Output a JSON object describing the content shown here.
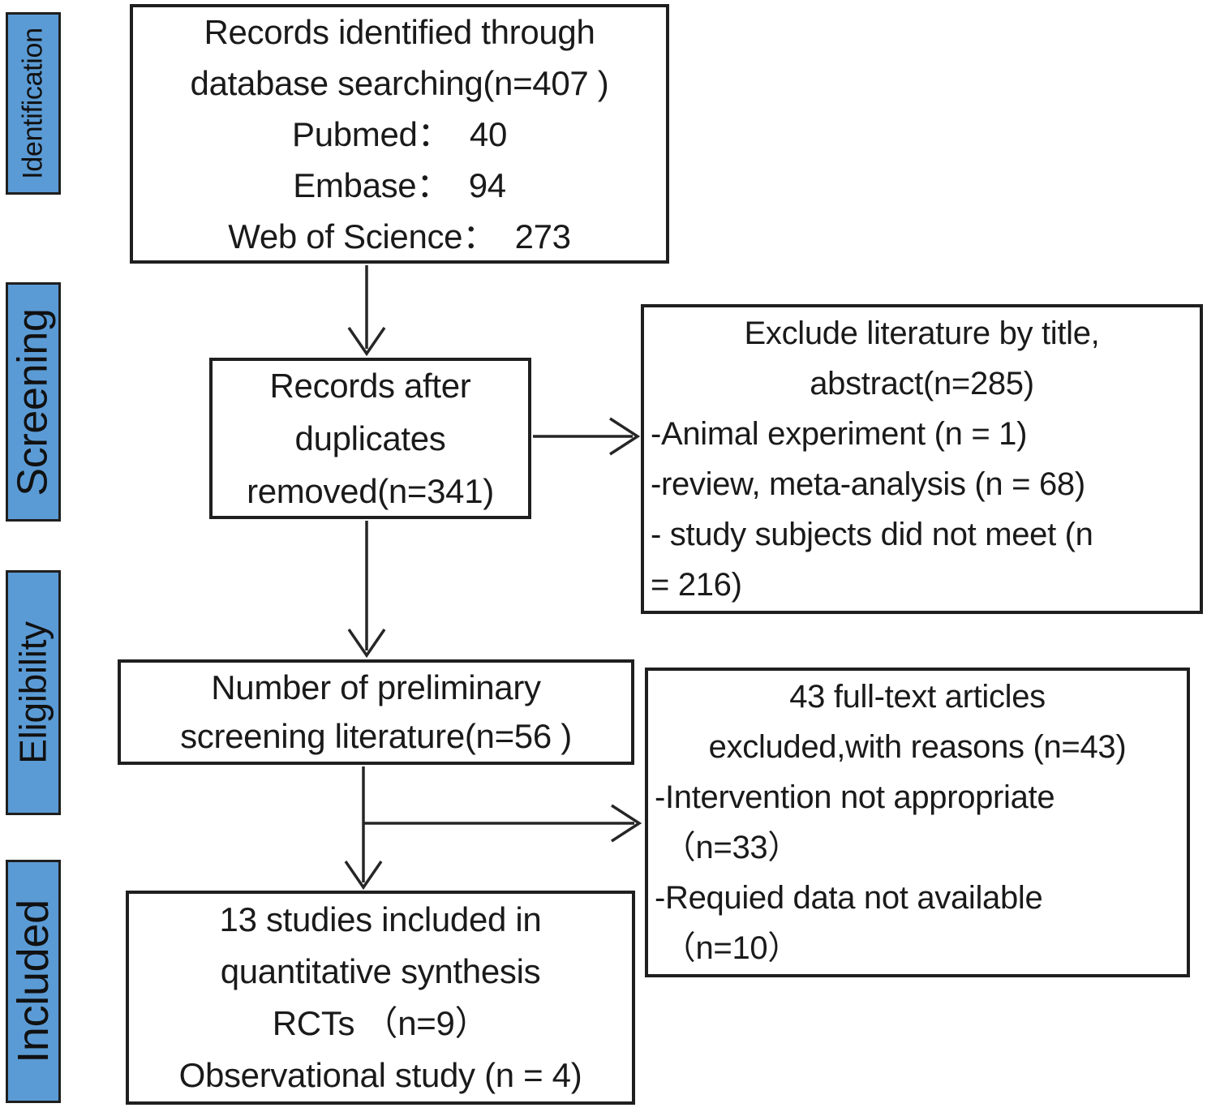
{
  "figure": {
    "type": "prisma-flow-diagram",
    "background_color": "#ffffff",
    "line_color": "#262626",
    "stage_fill_color": "#5b9bd5",
    "box_border_color": "#1f1f1f"
  },
  "stages": [
    {
      "label": "Identification"
    },
    {
      "label": "Screening"
    },
    {
      "label": "Eligibility"
    },
    {
      "label": "Included"
    }
  ],
  "boxes": {
    "identified": {
      "lines": [
        "Records identified through",
        "database searching(n=407 )",
        "Pubmed：  40",
        "Embase：  94",
        "Web of Science：  273"
      ]
    },
    "duplicates_removed": {
      "lines": [
        "Records after",
        "duplicates",
        "removed(n=341)"
      ]
    },
    "excluded_title_abstract": {
      "heading": [
        "Exclude literature by title,",
        "abstract(n=285)"
      ],
      "items": [
        "-Animal experiment (n = 1)",
        "-review, meta-analysis (n = 68)",
        "- study subjects did not meet (n\n= 216)"
      ]
    },
    "preliminary_screening": {
      "lines": [
        "Number of preliminary",
        "screening literature(n=56 )"
      ]
    },
    "fulltext_excluded": {
      "heading": [
        "43 full-text articles",
        "excluded,with reasons (n=43)"
      ],
      "items": [
        "-Intervention not appropriate",
        " （n=33）",
        "-Requied data not available",
        " （n=10）"
      ]
    },
    "included_synthesis": {
      "lines": [
        "13 studies included in",
        "quantitative synthesis",
        "RCTs （n=9）",
        "Observational study (n = 4)"
      ]
    }
  }
}
